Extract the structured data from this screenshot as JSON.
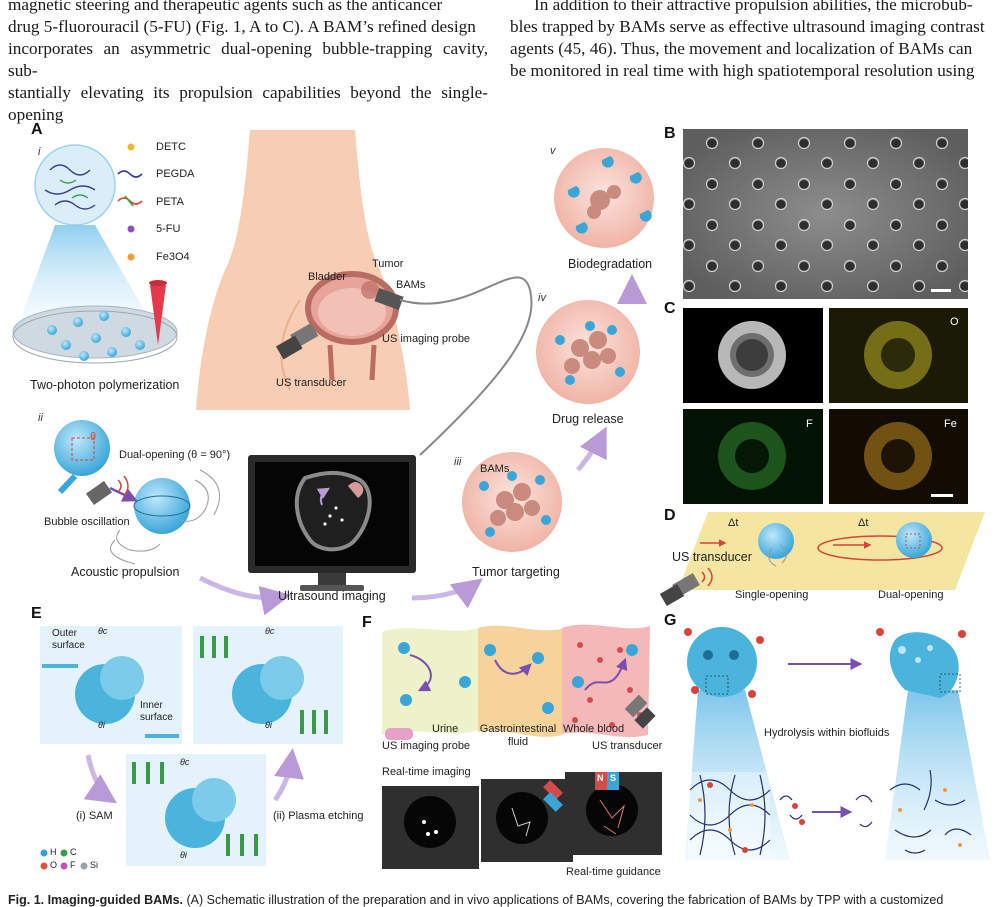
{
  "text_top": {
    "left_lines": [
      "magnetic steering and therapeutic agents such as the anticancer",
      "drug 5-fluorouracil (5-FU) (Fig. 1, A to C). A BAM’s refined design",
      "incorporates an asymmetric dual-opening bubble-trapping cavity, sub-",
      "stantially elevating its propulsion capabilities beyond the single-opening"
    ],
    "right_lines": [
      "In addition to their attractive propulsion abilities, the microbub-",
      "bles trapped by BAMs serve as effective ultrasound imaging contrast",
      "agents (45, 46). Thus, the movement and localization of BAMs can",
      "be monitored in real time with high spatiotemporal resolution using"
    ]
  },
  "panel_letters": {
    "A": "A",
    "B": "B",
    "C": "C",
    "D": "D",
    "E": "E",
    "F": "F",
    "G": "G"
  },
  "panelA": {
    "roman": {
      "i": "i",
      "ii": "ii",
      "iii": "iii",
      "iv": "iv",
      "v": "v"
    },
    "legend": [
      {
        "label": "DETC",
        "color": "#f2b632"
      },
      {
        "label": "PEGDA",
        "color": "#3b3f8f"
      },
      {
        "label": "PETA",
        "color": "#d94c3a"
      },
      {
        "label": "5-FU",
        "color": "#8e4fc2"
      },
      {
        "label": "Fe3O4",
        "color": "#f29a3b"
      }
    ],
    "two_photon": "Two-photon polymerization",
    "bladder": "Bladder",
    "tumor": "Tumor",
    "bams": "BAMs",
    "probe": "US imaging probe",
    "transducer": "US transducer",
    "dual_opening": "Dual-opening (θ = 90°)",
    "bubble_osc": "Bubble oscillation",
    "acoustic": "Acoustic propulsion",
    "us_imaging": "Ultrasound imaging",
    "targeting": "Tumor targeting",
    "bams_iii": "BAMs",
    "drug_release": "Drug release",
    "biodegradation": "Biodegradation",
    "theta": "θ"
  },
  "panelC": {
    "o": "O",
    "f": "F",
    "fe": "Fe"
  },
  "panelD": {
    "dt1": "Δt",
    "dt2": "Δt",
    "transducer": "US transducer",
    "single": "Single-opening",
    "dual": "Dual-opening"
  },
  "panelE": {
    "outer": "Outer surface",
    "inner": "Inner surface",
    "theta_c": "θc",
    "theta_i": "θi",
    "sam": "(i) SAM",
    "plasma": "(ii) Plasma etching",
    "elements": [
      {
        "label": "H",
        "color": "#3a9fd8"
      },
      {
        "label": "C",
        "color": "#3a9a4a"
      },
      {
        "label": "O",
        "color": "#e0523c"
      },
      {
        "label": "F",
        "color": "#c04fbf"
      },
      {
        "label": "Si",
        "color": "#9aa3ad"
      }
    ]
  },
  "panelF": {
    "urine": "Urine",
    "gi": "Gastrointestinal fluid",
    "blood": "Whole blood",
    "probe": "US imaging probe",
    "transducer": "US transducer",
    "realtime_imaging": "Real-time imaging",
    "realtime_guidance": "Real-time guidance",
    "n": "N",
    "s": "S"
  },
  "panelG": {
    "hydrolysis": "Hydrolysis within biofluids"
  },
  "caption": {
    "bold": "Fig. 1. Imaging-guided BAMs.",
    "rest": " (A) Schematic illustration of the preparation and in vivo applications of BAMs, covering the fabrication of BAMs by TPP with a customized"
  }
}
